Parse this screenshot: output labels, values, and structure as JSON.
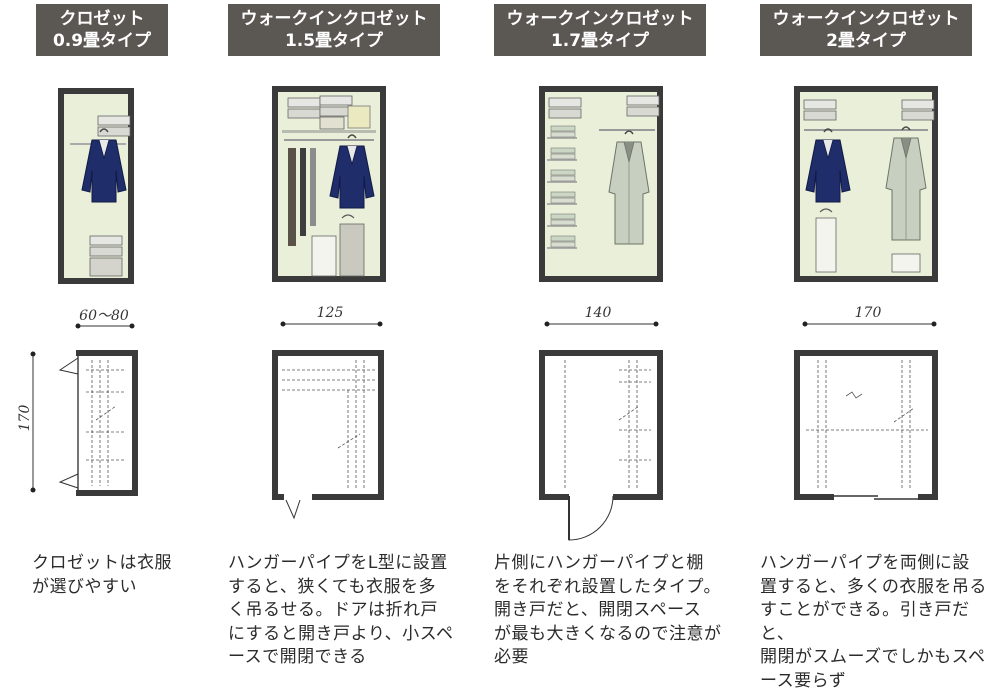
{
  "colors": {
    "header_bg": "#5b5753",
    "header_text": "#ffffff",
    "wall": "#3a3a3a",
    "closet_fill": "#e9efd9",
    "coat_navy": "#1f2d6b",
    "coat_gray": "#c7cfc0"
  },
  "panels": [
    {
      "title_line1": "クロゼット",
      "title_line2": "0.9畳タイプ",
      "width_dim": "60〜80",
      "depth_dim": "170",
      "description": "クロゼットは衣服\nが選びやすい"
    },
    {
      "title_line1": "ウォークインクロゼット",
      "title_line2": "1.5畳タイプ",
      "width_dim": "125",
      "description": "ハンガーパイプをL型に設置\nすると、狭くても衣服を多\nく吊るせる。ドアは折れ戸\nにすると開き戸より、小スペ\nースで開閉できる"
    },
    {
      "title_line1": "ウォークインクロゼット",
      "title_line2": "1.7畳タイプ",
      "width_dim": "140",
      "description": "片側にハンガーパイプと棚\nをそれぞれ設置したタイプ。\n開き戸だと、開閉スペース\nが最も大きくなるので注意が\n必要"
    },
    {
      "title_line1": "ウォークインクロゼット",
      "title_line2": "2畳タイプ",
      "width_dim": "170",
      "description": "ハンガーパイプを両側に設\n置すると、多くの衣服を吊る\nすことができる。引き戸だと、\n開閉がスムーズでしかもスペ\nース要らず"
    }
  ]
}
